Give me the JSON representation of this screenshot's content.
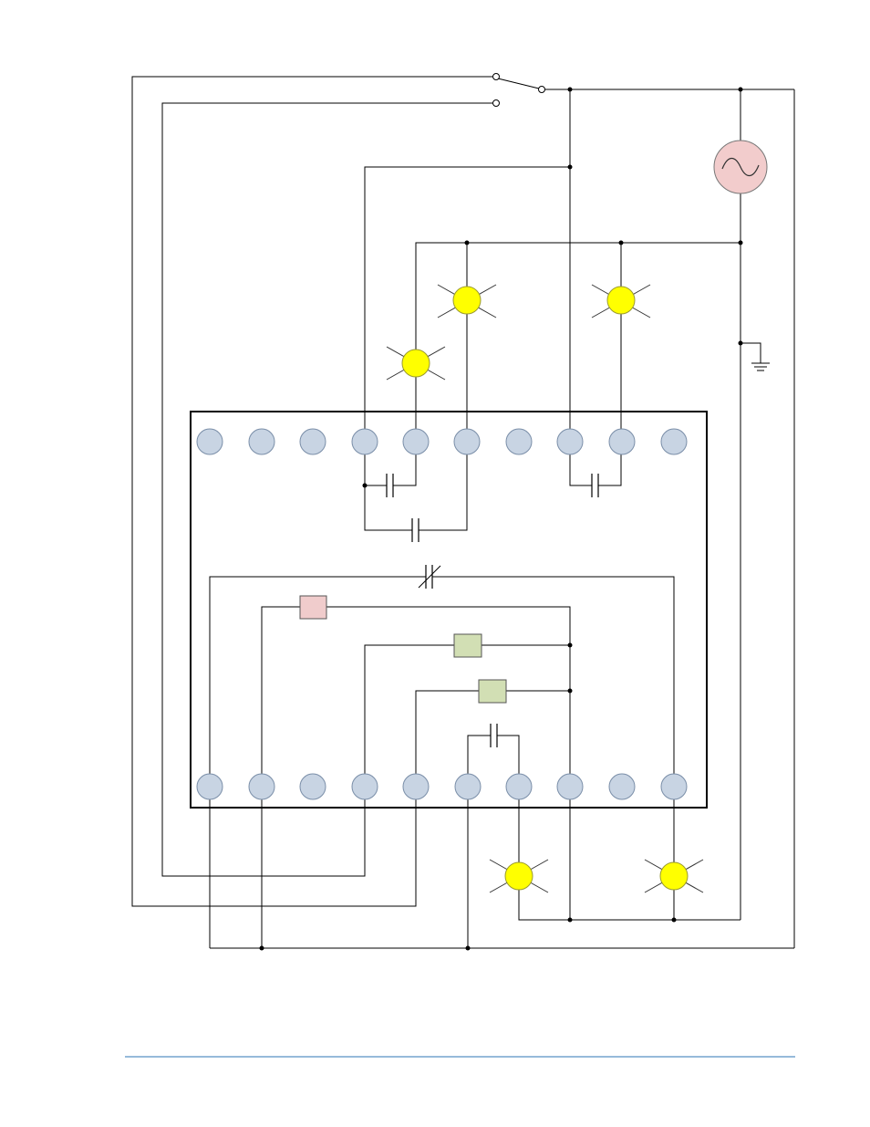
{
  "diagram": {
    "colors": {
      "terminal_fill": "#c8d4e3",
      "lamp_fill": "#ffff00",
      "relay_coil_fill": "#f0cccc",
      "timer_coil_fill": "#d2dfb4",
      "source_fill": "#f2cccc",
      "footer_rule": "#2e75b6"
    },
    "icons": [
      "ac-source-icon",
      "ground-icon",
      "switch-icon",
      "lamp-icon",
      "capacitor-icon",
      "nc-contact-icon"
    ],
    "top_terminal_count": 10,
    "bottom_terminal_count": 10,
    "lamp_count": 5
  }
}
